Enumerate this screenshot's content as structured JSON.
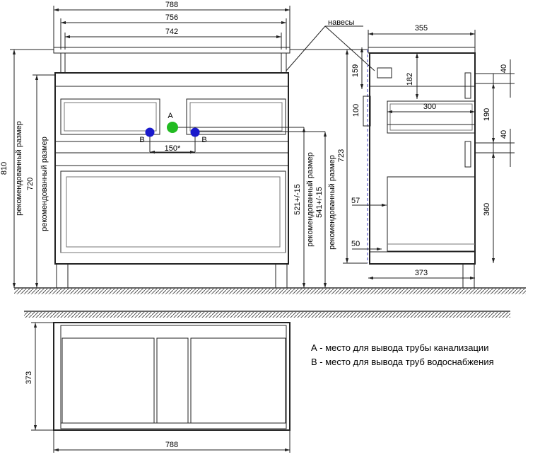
{
  "front_view": {
    "width_outer": "788",
    "width_mid": "756",
    "width_inner": "742",
    "hinges": "навесы",
    "height_total": "810",
    "height_total_note": "рекомендованный размер",
    "height_base": "720",
    "height_base_note": "рекомендованный размер",
    "point_a": "A",
    "point_b_left": "B",
    "point_b_right": "B",
    "pipe_spacing": "150*",
    "outlet_height_1": "521+/-15",
    "outlet_height_1_note": "рекомендованный размер",
    "outlet_height_2": "541+/-15",
    "outlet_height_2_note": "рекомендованный размер",
    "height_723": "723"
  },
  "side_view": {
    "depth_top": "355",
    "dim_159": "159",
    "dim_182": "182",
    "dim_100": "100",
    "shelf_depth": "300",
    "dim_57": "57",
    "dim_50": "50",
    "depth_bottom": "373",
    "dim_40_top": "40",
    "dim_190": "190",
    "dim_40_mid": "40",
    "dim_360": "360"
  },
  "plan_view": {
    "depth": "373",
    "width": "788"
  },
  "legend": {
    "a_text": "А - место для вывода трубы канализации",
    "b_text": "В - место для вывода труб водоснабжения"
  },
  "colors": {
    "point_a": "#22bb22",
    "point_b": "#1a1acc",
    "ground": "#555555"
  }
}
